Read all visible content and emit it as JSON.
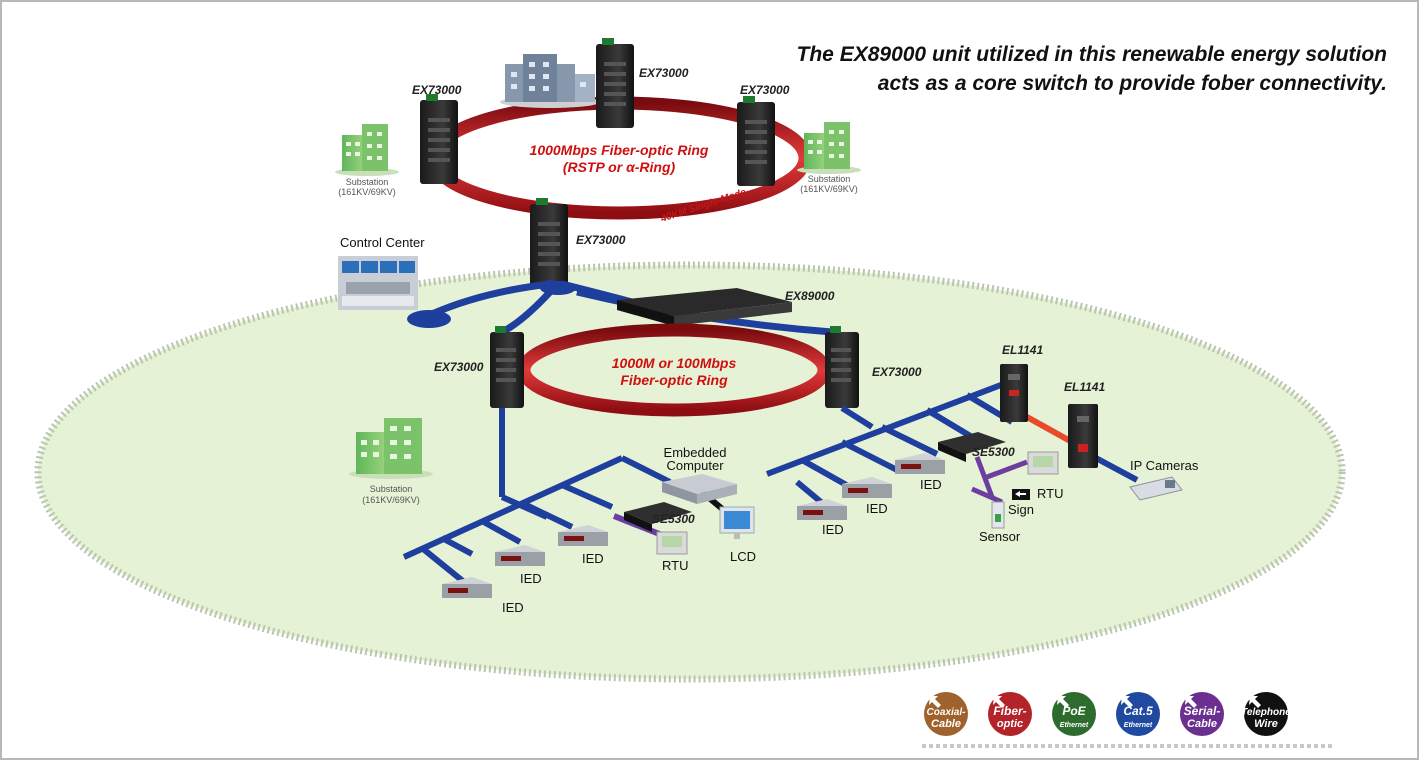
{
  "caption": {
    "line1": "The EX89000 unit utilized in this renewable energy solution",
    "line2": "acts as a core switch to provide fober connectivity."
  },
  "top_ring": {
    "line1": "1000Mbps Fiber-optic Ring",
    "line2": "(RSTP or α-Ring)",
    "fiber_note": "40KM Single-Mode"
  },
  "lower_ring": {
    "line1": "1000M or 100Mbps",
    "line2": "Fiber-optic Ring"
  },
  "devices": {
    "ex73000": "EX73000",
    "ex89000": "EX89000",
    "el1141": "EL1141",
    "se5300": "SE5300"
  },
  "substation": {
    "name": "Substation",
    "rating": "(161KV/69KV)"
  },
  "labels": {
    "control_center": "Control Center",
    "embedded_line1": "Embedded",
    "embedded_line2": "Computer",
    "lcd": "LCD",
    "rtu": "RTU",
    "ied": "IED",
    "sign": "Sign",
    "sensor": "Sensor",
    "ip_cameras": "IP Cameras"
  },
  "legend": [
    {
      "l1": "Coaxial-",
      "l2": "Cable",
      "color": "#a0622d"
    },
    {
      "l1": "Fiber-",
      "l2": "optic",
      "color": "#b3232a"
    },
    {
      "l1": "PoE",
      "l2": "Ethernet",
      "color": "#2e6b2e"
    },
    {
      "l1": "Cat.5",
      "l2": "Ethernet",
      "color": "#1f4aa0"
    },
    {
      "l1": "Serial-",
      "l2": "Cable",
      "color": "#6a2f8f"
    },
    {
      "l1": "Telephone",
      "l2": "Wire",
      "color": "#111111"
    }
  ],
  "colors": {
    "cat5": "#1f3f9e",
    "fiber_ring": "#b0161c",
    "serial": "#6b3ea0",
    "green_zone": "#e6f2d6"
  }
}
